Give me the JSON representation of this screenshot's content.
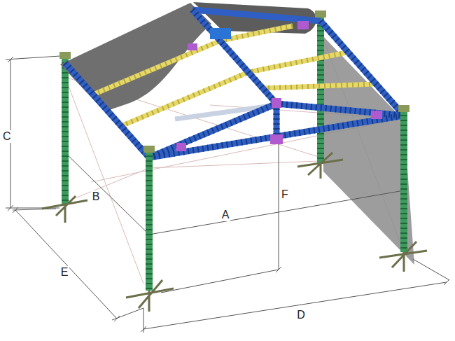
{
  "diagram": {
    "labels": [
      "C",
      "B",
      "A",
      "F",
      "E",
      "D"
    ]
  }
}
